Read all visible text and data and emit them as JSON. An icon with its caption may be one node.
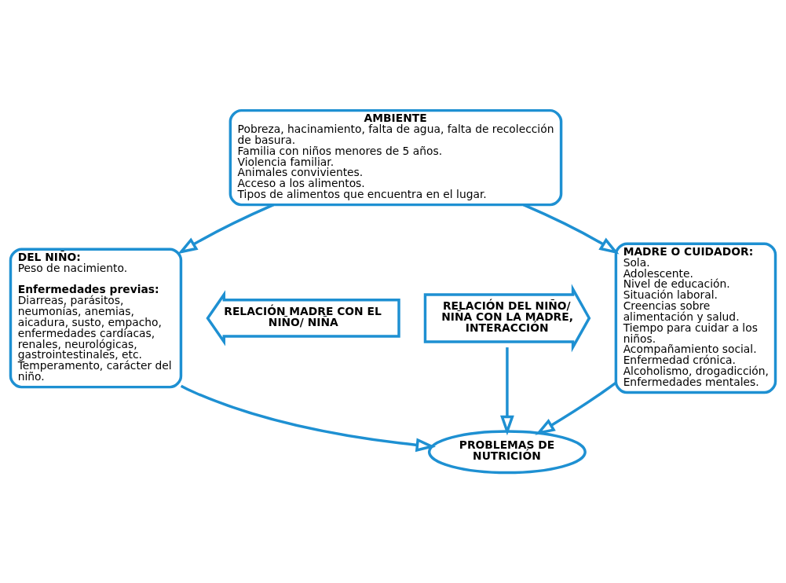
{
  "diagram": {
    "nodes": [
      {
        "text": [
          "AMBIENTE",
          "Pobreza, hacinamiento, falta de agua, falta de recolección de basura.",
          "Familia con niños menores de 5 años.",
          "Violencia familiar.",
          "Animales convivientes.",
          "Acceso a los alimentos.",
          "Tipos de alimentos que encuentra en el lugar."
        ]
      },
      {
        "text": [
          "DEL NIÑO:",
          "Peso de nacimiento.",
          "Enfermedades previas:",
          "Diarreas, parásitos, neumonías, anemias, aicadura, susto, empacho, enfermedades cardíacas, renales, neurológicas, gastrointestinales, etc.",
          "Temperamento, carácter del niño."
        ]
      },
      {
        "text": [
          "RELACIÓN MADRE CON EL NIÑO/ NIÑA"
        ]
      },
      {
        "text": [
          "RELACIÓN DEL NIÑO/ NIÑA CON LA MADRE, INTERACCIÓN"
        ]
      },
      {
        "text": [
          "MADRE O CUIDADOR:",
          "Sola.",
          "Adolescente.",
          "Nivel de educación.",
          "Situación laboral.",
          "Creencias sobre alimentación y salud.",
          "Tiempo para cuidar a los niños.",
          "Acompañamiento social.",
          "Enfermedad crónica.",
          "Alcoholismo, drogadicción, Enfermedades mentales."
        ]
      },
      {
        "text": [
          "PROBLEMAS DE NUTRICIÓN"
        ]
      }
    ],
    "edges": [
      {
        "from": 0,
        "to": 1,
        "arrow": "to"
      },
      {
        "from": 0,
        "to": 4,
        "arrow": "to"
      },
      {
        "from": 1,
        "to": 5,
        "arrow": "to"
      },
      {
        "from": 3,
        "to": 5,
        "arrow": "to"
      },
      {
        "from": 4,
        "to": 5,
        "arrow": "to"
      }
    ]
  }
}
